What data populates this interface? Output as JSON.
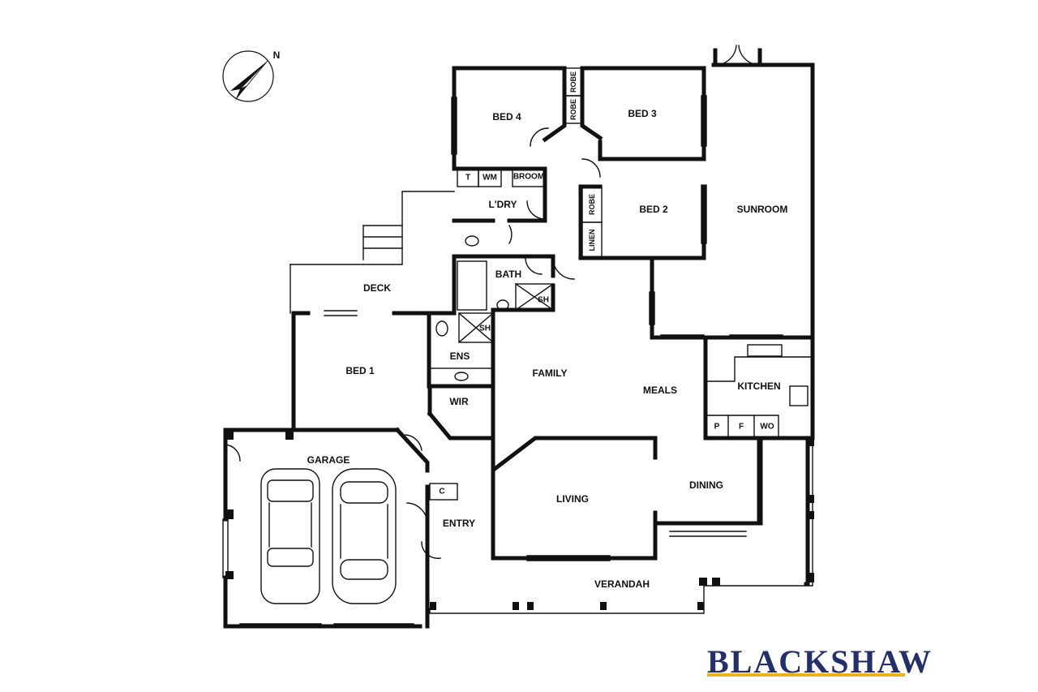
{
  "compass": {
    "north_label": "N",
    "icon": "compass-icon"
  },
  "rooms": {
    "bed4": "BED 4",
    "bed3": "BED 3",
    "bed2": "BED 2",
    "sunroom": "SUNROOM",
    "ldry": "L'DRY",
    "broom": "BROOM",
    "t": "T",
    "wm": "WM",
    "robe_a": "ROBE",
    "robe_b": "ROBE",
    "robe_c": "ROBE",
    "linen": "LINEN",
    "bath": "BATH",
    "sh_bath": "SH",
    "deck": "DECK",
    "bed1": "BED 1",
    "ens": "ENS",
    "sh_ens": "SH",
    "wir": "WIR",
    "family": "FAMILY",
    "meals": "MEALS",
    "kitchen": "KITCHEN",
    "p": "P",
    "f": "F",
    "wo": "WO",
    "garage": "GARAGE",
    "c": "C",
    "entry": "ENTRY",
    "living": "LIVING",
    "dining": "DINING",
    "verandah": "VERANDAH"
  },
  "brand": {
    "name": "BLACKSHAW",
    "text_color": "#23306b",
    "underline_color": "#e8b21a"
  },
  "colors": {
    "wall": "#111111",
    "background": "#ffffff"
  }
}
